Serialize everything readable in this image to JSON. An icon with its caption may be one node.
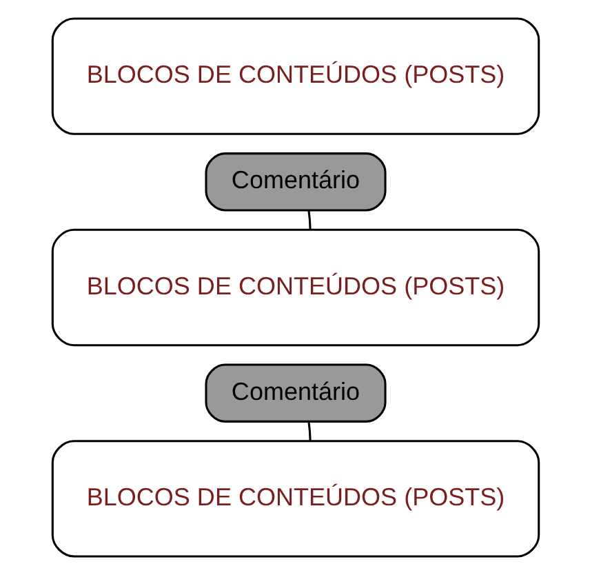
{
  "diagram": {
    "nodes": [
      {
        "text": [
          "BLOCOS DE CONTEÚDOS (POSTS)"
        ]
      },
      {
        "text": [
          "Comentário"
        ]
      },
      {
        "text": [
          "BLOCOS DE CONTEÚDOS (POSTS)"
        ]
      },
      {
        "text": [
          "Comentário"
        ]
      },
      {
        "text": [
          "BLOCOS DE CONTEÚDOS (POSTS)"
        ]
      }
    ],
    "edges": [
      {
        "from": 1,
        "to": 2,
        "arrow": "none"
      },
      {
        "from": 3,
        "to": 4,
        "arrow": "none"
      }
    ]
  }
}
